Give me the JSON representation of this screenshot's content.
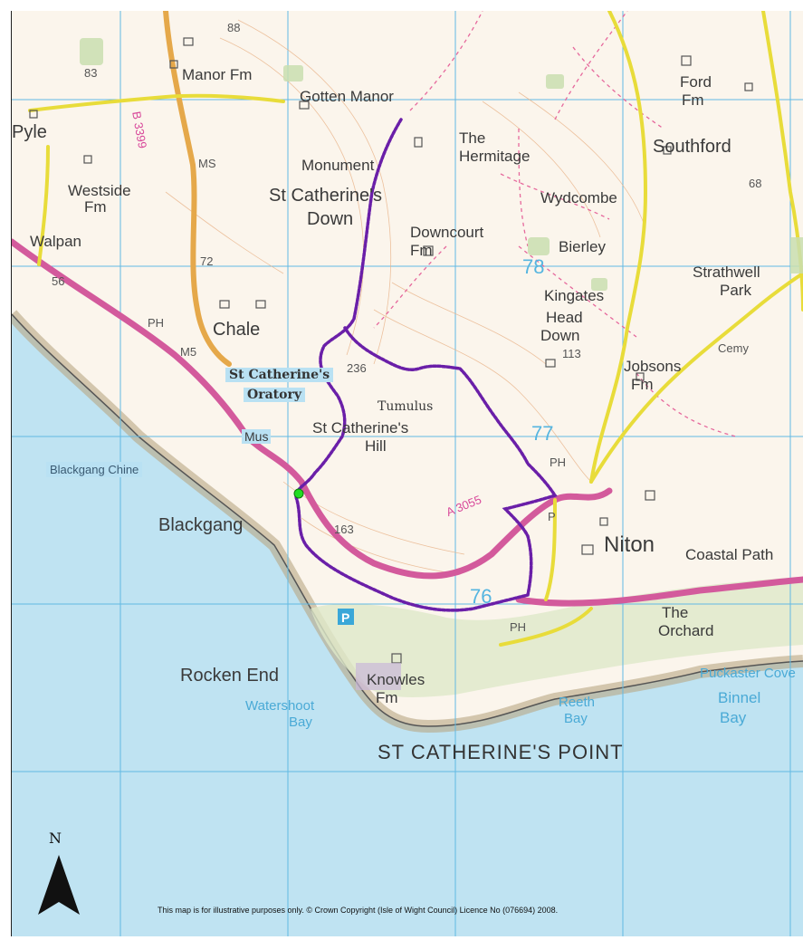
{
  "labels": {
    "manor_fm": "Manor Fm",
    "gotten_manor": "Gotten Manor",
    "the_hermitage_1": "The",
    "the_hermitage_2": "Hermitage",
    "ford_fm_1": "Ford",
    "ford_fm_2": "Fm",
    "southford": "Southford",
    "pyle": "Pyle",
    "ms": "MS",
    "monument": "Monument",
    "westside_1": "Westside",
    "westside_2": "Fm",
    "st_catherines_down_1": "St Catherine's",
    "st_catherines_down_2": "Down",
    "wydcombe": "Wydcombe",
    "downcourt_1": "Downcourt",
    "downcourt_2": "Fm",
    "bierley": "Bierley",
    "walpan": "Walpan",
    "strathwell_1": "Strathwell",
    "strathwell_2": "Park",
    "kingates": "Kingates",
    "head_down_1": "Head",
    "head_down_2": "Down",
    "chale": "Chale",
    "ph_chale": "PH",
    "m5": "M5",
    "cemy": "Cemy",
    "jobsons_1": "Jobsons",
    "jobsons_2": "Fm",
    "tumulus": "Tumulus",
    "st_catherines_hill_1": "St Catherine's",
    "st_catherines_hill_2": "Hill",
    "mus": "Mus",
    "ph_niton": "PH",
    "p_niton": "P",
    "blackgang": "Blackgang",
    "niton": "Niton",
    "coastal_path": "Coastal Path",
    "the_orchard_1": "The",
    "the_orchard_2": "Orchard",
    "ph_south": "PH",
    "rocken_end": "Rocken End",
    "knowles_1": "Knowles",
    "knowles_2": "Fm",
    "st_catherines_point": "ST CATHERINE'S POINT",
    "road_b3399": "B 3399",
    "road_a3055": "A 3055"
  },
  "boxed_labels": {
    "blackgang_chine": "Blackgang Chine",
    "oratory_1": "St Catherine's",
    "oratory_2": "Oratory"
  },
  "water_labels": {
    "watershoot_1": "Watershoot",
    "watershoot_2": "Bay",
    "reeth_1": "Reeth",
    "reeth_2": "Bay",
    "puckaster": "Puckaster Cove",
    "binnel_1": "Binnel",
    "binnel_2": "Bay"
  },
  "spot_heights": [
    "88",
    "83",
    "72",
    "56",
    "68",
    "113",
    "236",
    "163"
  ],
  "grid_numbers": [
    "78",
    "77",
    "76"
  ],
  "north_label": "N",
  "copyright": "This map is for illustrative purposes only. © Crown Copyright (Isle of Wight Council) Licence No (076694) 2008.",
  "icons": [
    "north-arrow-icon",
    "start-point-icon",
    "parking-icon"
  ],
  "colors": {
    "route": "#6a1fa8",
    "start_point": "#22dd22",
    "sea": "#bfe3f2",
    "grid": "#62b9e3",
    "road_a": "#d35a9c",
    "road_b": "#e5a84a",
    "minor_road": "#e8dc3a"
  }
}
